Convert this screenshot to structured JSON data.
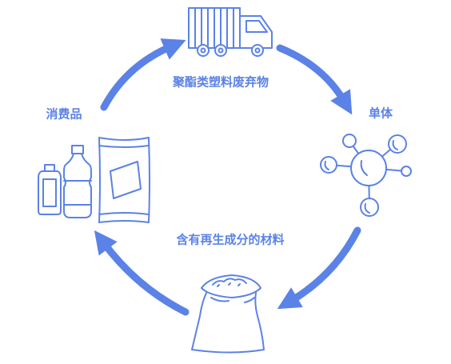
{
  "labels": {
    "waste": "聚酯类塑料废弃物",
    "monomer": "单体",
    "recycled": "含有再生成分的材料",
    "consumer": "消费品"
  },
  "colors": {
    "line": "#5b82e6",
    "text": "#5b82e6",
    "background": "#ffffff"
  },
  "icons": [
    "garbage-truck-icon",
    "molecule-icon",
    "sack-icon",
    "consumer-products-icon"
  ]
}
